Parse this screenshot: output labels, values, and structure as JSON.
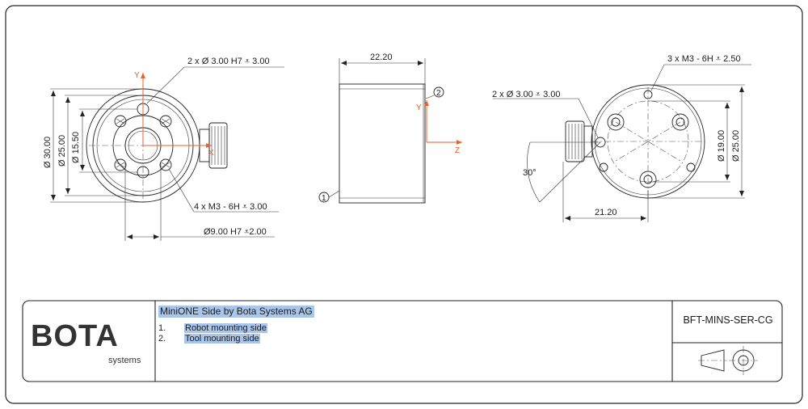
{
  "drawing": {
    "front_view": {
      "dim_outer": "Ø 30.00",
      "dim_mid": "Ø 25.00",
      "dim_inner": "Ø 15.50",
      "dim_pin_holes": "2 x Ø 3.00 H7 ⩡ 3.00",
      "dim_threads": "4 x M3 - 6H ⩡ 3.00",
      "dim_bore": "Ø9.00 H7 ⩡2.00",
      "axis_y": "Y",
      "axis_x": "X"
    },
    "side_view": {
      "dim_length": "22.20",
      "axis_y": "Y",
      "axis_z": "Z",
      "balloon_1": "1",
      "balloon_2": "2"
    },
    "back_view": {
      "dim_threads": "3 x M3 - 6H ⩡ 2.50",
      "dim_pin_holes": "2 x Ø 3.00 ⩡ 3.00",
      "dim_angle": "30°",
      "dim_offset": "21.20",
      "dim_outer": "Ø 25.00",
      "dim_pcd": "Ø 19.00"
    }
  },
  "title_block": {
    "logo_text": "BOTA",
    "logo_sub": "systems",
    "title": "MiniONE Side by Bota Systems AG",
    "items": [
      {
        "num": "1.",
        "label": "Robot mounting side"
      },
      {
        "num": "2.",
        "label": "Tool mounting side"
      }
    ],
    "part_code": "BFT-MINS-SER-CG"
  }
}
